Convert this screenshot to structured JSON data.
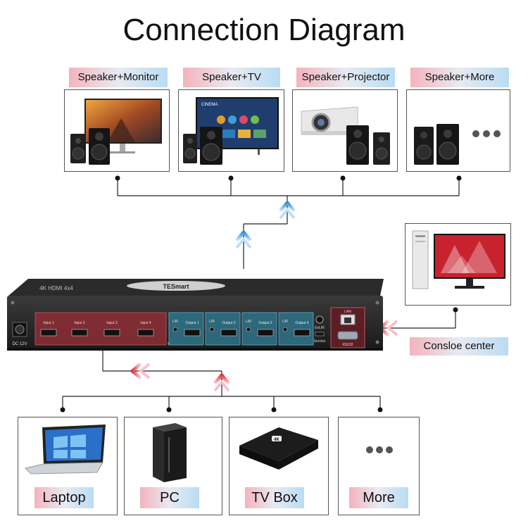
{
  "title": "Connection Diagram",
  "outputs": [
    {
      "label": "Speaker+Monitor"
    },
    {
      "label": "Speaker+TV"
    },
    {
      "label": "Speaker+Projector"
    },
    {
      "label": "Speaker+More"
    }
  ],
  "inputs": [
    {
      "label": "Laptop"
    },
    {
      "label": "PC"
    },
    {
      "label": "TV Box"
    },
    {
      "label": "More"
    }
  ],
  "control": {
    "label": "Consloe center"
  },
  "device": {
    "brand": "TESmart",
    "model_plate": "4K HDMI 4x4",
    "dc": "DC 12V",
    "input_ports": [
      "Input 1",
      "Input 2",
      "Input 3",
      "Input 4"
    ],
    "output_ports": [
      "Output 1",
      "Output 2",
      "Output 3",
      "Output 4"
    ],
    "lr": "L/R",
    "extir": "Ext.IR",
    "service": "Service",
    "lan": "LAN",
    "rs232": "RS232"
  },
  "tv_screen_text": "CINEMA",
  "tvbox_badge": "4K",
  "colors": {
    "output_panel": "#2e6f84",
    "input_panel": "#8e2e35",
    "arrow_blue": "#2f8fd4",
    "arrow_red": "#e0343e"
  }
}
